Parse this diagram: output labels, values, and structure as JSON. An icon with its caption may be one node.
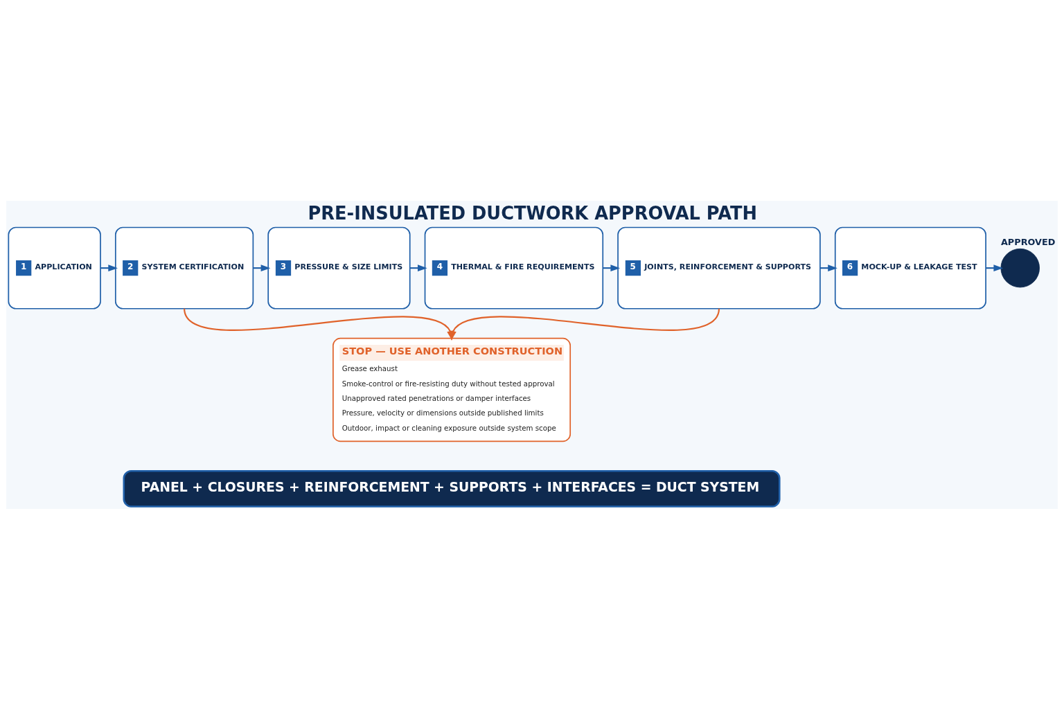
{
  "diagram": {
    "title": "PRE-INSULATED DUCTWORK APPROVAL PATH",
    "nodes": [
      {
        "text": [
          "1",
          "APPLICATION"
        ]
      },
      {
        "text": [
          "2",
          "SYSTEM CERTIFICATION"
        ]
      },
      {
        "text": [
          "3",
          "PRESSURE & SIZE LIMITS"
        ]
      },
      {
        "text": [
          "4",
          "THERMAL & FIRE REQUIREMENTS"
        ]
      },
      {
        "text": [
          "5",
          "JOINTS, REINFORCEMENT & SUPPORTS"
        ]
      },
      {
        "text": [
          "6",
          "MOCK-UP & LEAKAGE TEST"
        ]
      },
      {
        "text": [],
        "shape": "circle",
        "beside": [
          "APPROVED"
        ]
      },
      {
        "text": [
          "STOP — USE ANOTHER CONSTRUCTION",
          "Grease exhaust",
          "Smoke-control or fire-resisting duty without tested approval",
          "Unapproved rated penetrations or damper interfaces",
          "Pressure, velocity or dimensions outside published limits",
          "Outdoor, impact or cleaning exposure outside system scope"
        ]
      },
      {
        "text": [
          "PANEL + CLOSURES + REINFORCEMENT + SUPPORTS + INTERFACES = DUCT SYSTEM"
        ]
      }
    ],
    "edges": [
      {
        "from": 0,
        "to": 1,
        "arrow": "to"
      },
      {
        "from": 1,
        "to": 2,
        "arrow": "to"
      },
      {
        "from": 2,
        "to": 3,
        "arrow": "to"
      },
      {
        "from": 3,
        "to": 4,
        "arrow": "to"
      },
      {
        "from": 4,
        "to": 5,
        "arrow": "to"
      },
      {
        "from": 5,
        "to": 6,
        "arrow": "to"
      },
      {
        "from": 1,
        "to": 7,
        "arrow": "to",
        "color": "#e0622a"
      },
      {
        "from": 4,
        "to": 7,
        "arrow": "to",
        "color": "#e0622a"
      }
    ]
  }
}
